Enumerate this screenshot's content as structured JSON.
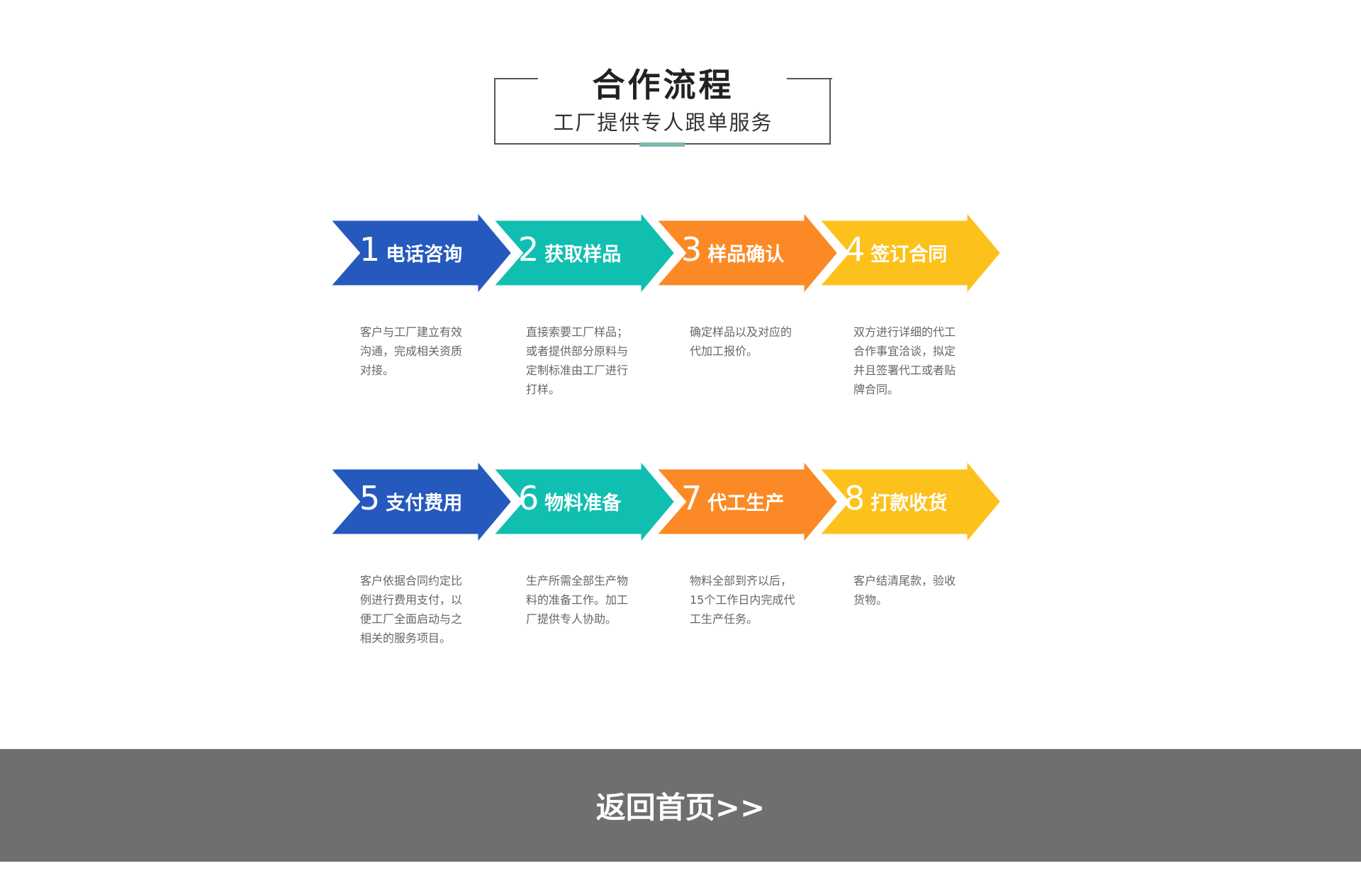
{
  "header": {
    "title": "合作流程",
    "subtitle": "工厂提供专人跟单服务"
  },
  "colors": {
    "blue": "#2559be",
    "teal": "#10bfb0",
    "orange": "#fb8a26",
    "yellow": "#fcc11b",
    "footer": "#6f6f6f"
  },
  "steps": [
    {
      "num": "1",
      "label": "电话咨询",
      "color": "#2559be",
      "desc": [
        "客户与工厂建立有效",
        "沟通，完成相关资质",
        "对接。"
      ]
    },
    {
      "num": "2",
      "label": "获取样品",
      "color": "#10bfb0",
      "desc": [
        "直接索要工厂样品；",
        "或者提供部分原料与",
        "定制标准由工厂进行",
        "打样。"
      ]
    },
    {
      "num": "3",
      "label": "样品确认",
      "color": "#fb8a26",
      "desc": [
        "确定样品以及对应的",
        "代加工报价。"
      ]
    },
    {
      "num": "4",
      "label": "签订合同",
      "color": "#fcc11b",
      "desc": [
        "双方进行详细的代工",
        "合作事宜洽谈，拟定",
        "并且签署代工或者贴",
        "牌合同。"
      ]
    },
    {
      "num": "5",
      "label": "支付费用",
      "color": "#2559be",
      "desc": [
        "客户依据合同约定比",
        "例进行费用支付，以",
        "便工厂全面启动与之",
        "相关的服务项目。"
      ]
    },
    {
      "num": "6",
      "label": "物料准备",
      "color": "#10bfb0",
      "desc": [
        "生产所需全部生产物",
        "料的准备工作。加工",
        "厂提供专人协助。"
      ]
    },
    {
      "num": "7",
      "label": "代工生产",
      "color": "#fb8a26",
      "desc": [
        "物料全部到齐以后，",
        "15个工作日内完成代",
        "工生产任务。"
      ]
    },
    {
      "num": "8",
      "label": "打款收货",
      "color": "#fcc11b",
      "desc": [
        "客户结清尾款，验收",
        "货物。"
      ]
    }
  ],
  "footer": {
    "home_label": "返回首页>>"
  }
}
